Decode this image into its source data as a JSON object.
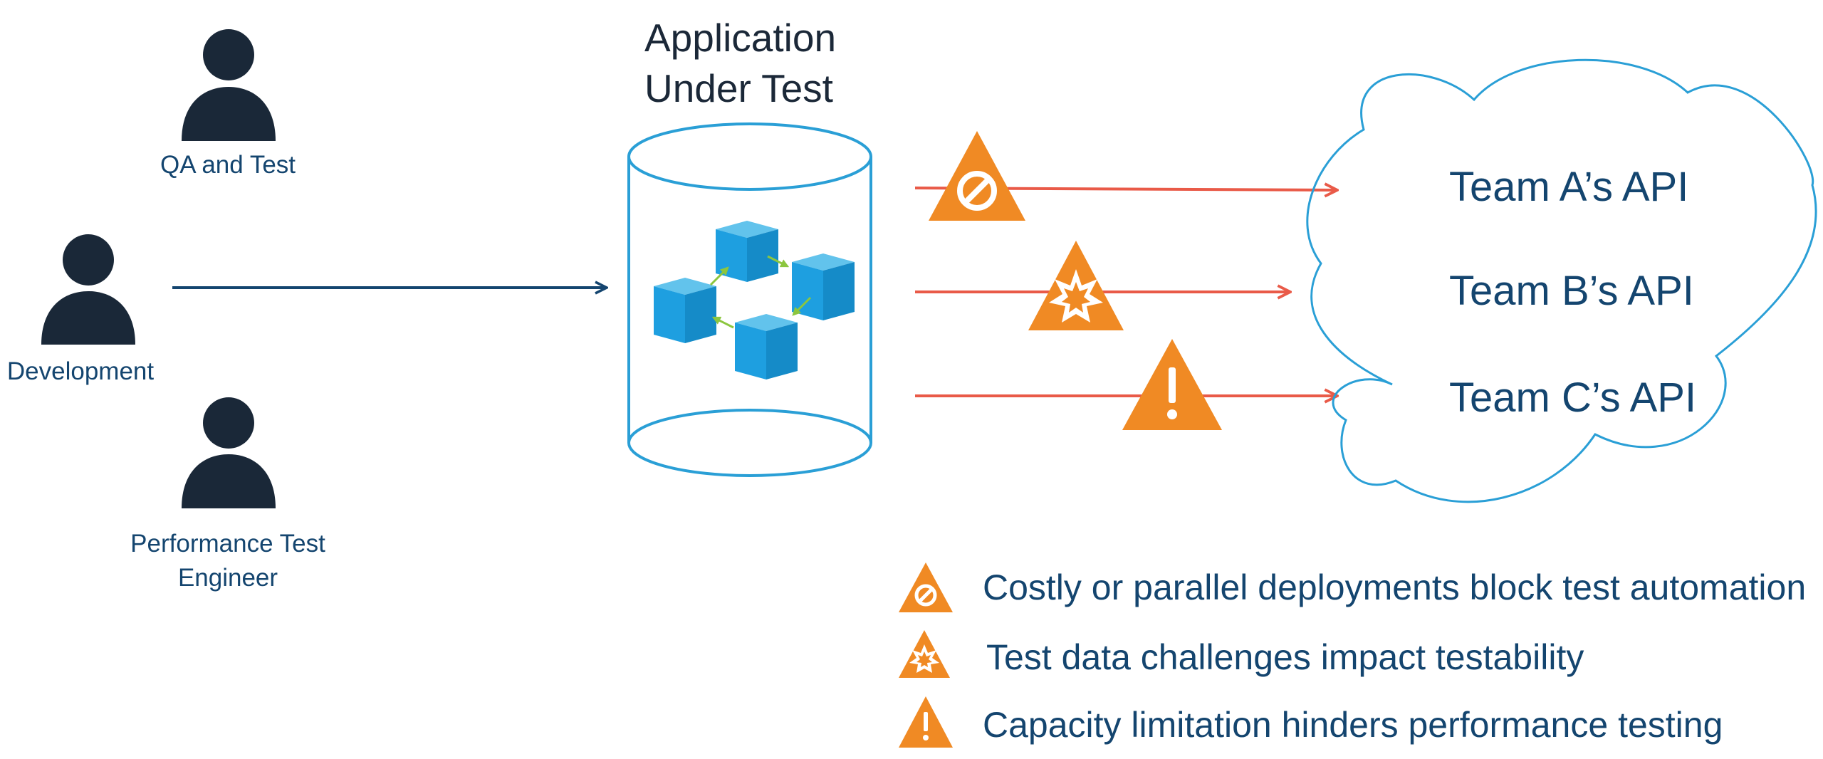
{
  "roles": {
    "qa": "QA and Test",
    "dev": "Development",
    "perf_line1": "Performance Test",
    "perf_line2": "Engineer"
  },
  "app": {
    "title_line1": "Application",
    "title_line2": "Under Test"
  },
  "apis": [
    "Team A’s API",
    "Team B’s API",
    "Team C’s API"
  ],
  "legend": [
    {
      "icon": "blocked-icon",
      "text": "Costly or parallel deployments block test automation"
    },
    {
      "icon": "data-burst-icon",
      "text": "Test data challenges impact testability"
    },
    {
      "icon": "exclamation-icon",
      "text": "Capacity limitation hinders performance testing"
    }
  ],
  "colors": {
    "person": "#1a2838",
    "dev_arrow": "#14456f",
    "api_arrow": "#e95a48",
    "warning": "#f08a24",
    "outline": "#2a9fd6",
    "cube": "#1e9fe0",
    "cube_arrow": "#8cc63f",
    "text": "#14456f"
  }
}
